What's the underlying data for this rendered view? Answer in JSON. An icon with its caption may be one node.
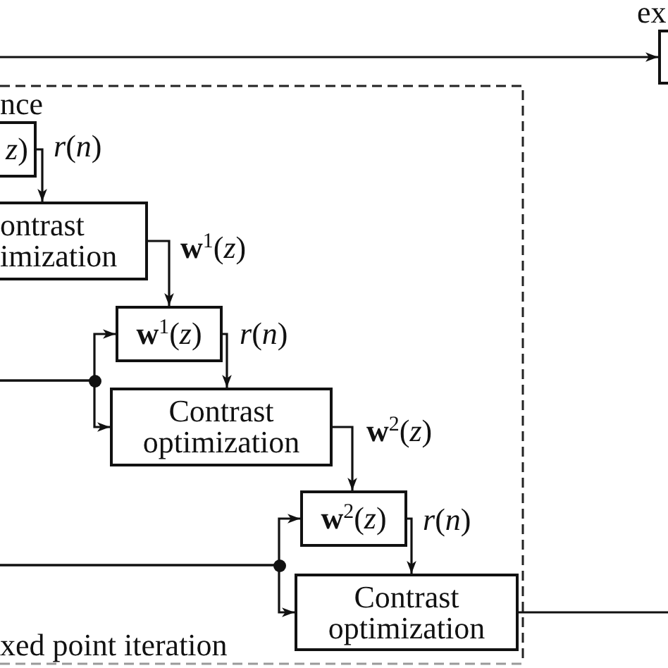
{
  "diagram": {
    "nodes": [
      {
        "text": [
          "xed point iteration"
        ]
      },
      {
        "text": [
          "*z*)"
        ],
        "in": 0,
        "beside": [
          "nce"
        ]
      },
      {
        "text": [
          "ontrast imization"
        ],
        "in": 0
      },
      {
        "text": [
          "**w**$^{1}$(*z*)"
        ],
        "in": 0
      },
      {
        "text": [
          "Contrast optimization"
        ],
        "in": 0
      },
      {
        "text": [
          "**w**$^{2}$(*z*)"
        ],
        "in": 0
      },
      {
        "text": [
          "Contrast optimization"
        ],
        "in": 0
      },
      {
        "text": [],
        "shape": "box",
        "beside": [
          "ex"
        ]
      }
    ],
    "edges": [
      {
        "from": null,
        "to": 7,
        "arrow": "to"
      },
      {
        "from": 1,
        "to": 2,
        "arrow": "to",
        "label": "*r*(*n*)"
      },
      {
        "from": 2,
        "to": 3,
        "arrow": "to",
        "label": "**w**$^{1}$(*z*)"
      },
      {
        "from": 3,
        "to": 4,
        "arrow": "to",
        "label": "*r*(*n*)"
      },
      {
        "from": null,
        "to": 3,
        "arrow": "to"
      },
      {
        "from": null,
        "to": 4,
        "arrow": "to"
      },
      {
        "from": 4,
        "to": 5,
        "arrow": "to",
        "label": "**w**$^{2}$(*z*)"
      },
      {
        "from": 5,
        "to": 6,
        "arrow": "to",
        "label": "*r*(*n*)"
      },
      {
        "from": null,
        "to": 5,
        "arrow": "to"
      },
      {
        "from": null,
        "to": 6,
        "arrow": "to"
      },
      {
        "from": 6,
        "to": null,
        "arrow": "none"
      }
    ]
  }
}
